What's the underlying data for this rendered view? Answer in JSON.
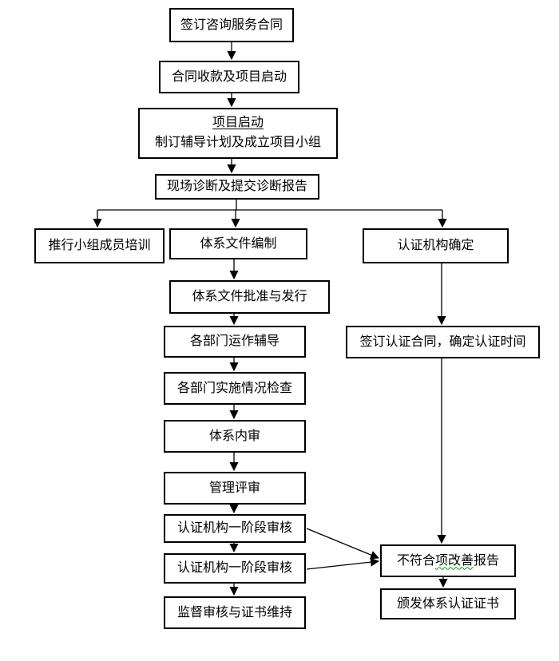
{
  "diagram": {
    "type": "flowchart",
    "background_color": "#ffffff",
    "line_color": "#000000",
    "box_border_color": "#000000",
    "spellcheck_squiggle_color": "#00a000"
  },
  "nodes": {
    "sign_service_contract": {
      "label": "签订咨询服务合同"
    },
    "contract_payment_project_start": {
      "label": "合同收款及项目启动"
    },
    "project_kickoff": {
      "title": "项目启动",
      "subtitle": "制订辅导计划及成立项目小组"
    },
    "site_diagnosis": {
      "label": "现场诊断及提交诊断报告"
    },
    "team_member_training": {
      "label": "推行小组成员培训"
    },
    "system_doc_compilation": {
      "label": "体系文件编制"
    },
    "cert_body_confirmation": {
      "label": "认证机构确定"
    },
    "doc_approval_release": {
      "label": "体系文件批准与发行"
    },
    "dept_operation_guidance": {
      "label": "各部门运作辅导"
    },
    "sign_cert_contract": {
      "label": "签订认证合同，确定认证时间"
    },
    "dept_implementation_check": {
      "label": "各部门实施情况检查"
    },
    "system_internal_audit": {
      "label": "体系内审"
    },
    "management_review": {
      "label": "管理评审"
    },
    "cert_body_stage_audit_1": {
      "label": "认证机构一阶段审核"
    },
    "cert_body_stage_audit_2": {
      "label": "认证机构一阶段审核"
    },
    "surveillance_audit_cert_maintenance": {
      "label": "监督审核与证书维持"
    },
    "nonconformance_improvement_report": {
      "pre": "不符合",
      "squiggle": "项改善",
      "post": "报告"
    },
    "issue_system_certificate": {
      "label": "颁发体系认证证书"
    }
  }
}
